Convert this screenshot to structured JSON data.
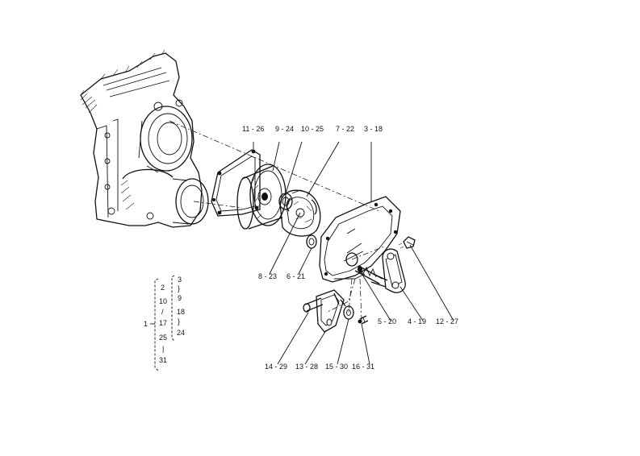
{
  "callouts": [
    {
      "id": "c11",
      "text": "11 - 26"
    },
    {
      "id": "c9",
      "text": "9 - 24"
    },
    {
      "id": "c10",
      "text": "10 - 25"
    },
    {
      "id": "c7",
      "text": "7 - 22"
    },
    {
      "id": "c3",
      "text": "3 - 18"
    },
    {
      "id": "c8",
      "text": "8 - 23"
    },
    {
      "id": "c6",
      "text": "6 - 21"
    },
    {
      "id": "c5",
      "text": "5 - 20"
    },
    {
      "id": "c4",
      "text": "4 - 19"
    },
    {
      "id": "c12",
      "text": "12 - 27"
    },
    {
      "id": "c14",
      "text": "14 - 29"
    },
    {
      "id": "c13",
      "text": "13 - 28"
    },
    {
      "id": "c15",
      "text": "15 - 30"
    },
    {
      "id": "c16",
      "text": "16 - 31"
    }
  ],
  "legend": {
    "root": "1",
    "left_column": [
      "2",
      "10",
      "/",
      "17",
      "25",
      "|",
      "31"
    ],
    "right_column": [
      "3",
      "}",
      "9",
      "18",
      "}",
      "24"
    ]
  },
  "colors": {
    "ink": "#111111",
    "paper": "#ffffff"
  }
}
